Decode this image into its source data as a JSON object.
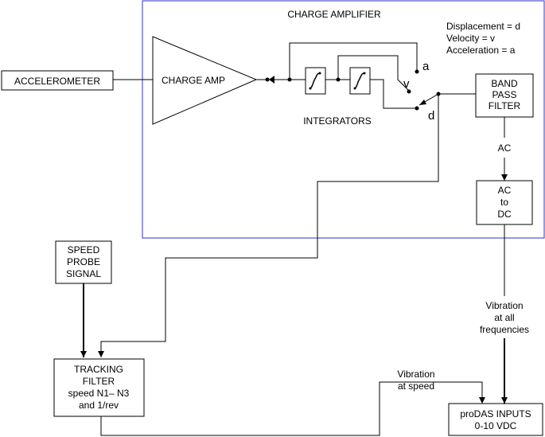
{
  "charge_amplifier": {
    "title": "CHARGE AMPLIFIER",
    "amp_label": "CHARGE AMP",
    "integrators_label": "INTEGRATORS",
    "switch_a": "a",
    "switch_v": "v",
    "switch_d": "d",
    "frame_color": "#3030c8"
  },
  "legend": {
    "displacement": "Displacement = d",
    "velocity": "Velocity = v",
    "acceleration": "Acceleration = a"
  },
  "accelerometer": {
    "label": "ACCELEROMETER"
  },
  "band_pass_filter": {
    "lines": [
      "BAND",
      "PASS",
      "FILTER"
    ]
  },
  "ac_label": "AC",
  "ac_to_dc": {
    "lines": [
      "AC",
      "to",
      "DC"
    ]
  },
  "speed_probe": {
    "lines": [
      "SPEED",
      "PROBE",
      "SIGNAL"
    ]
  },
  "tracking_filter": {
    "lines": [
      "TRACKING",
      "FILTER",
      "speed N1– N3",
      "and 1/rev"
    ]
  },
  "vibration_all": {
    "lines": [
      "Vibration",
      "at all",
      "frequencies"
    ]
  },
  "vibration_speed": {
    "lines": [
      "Vibration",
      "at speed"
    ]
  },
  "prodas": {
    "lines": [
      "proDAS INPUTS",
      "0-10 VDC"
    ]
  }
}
